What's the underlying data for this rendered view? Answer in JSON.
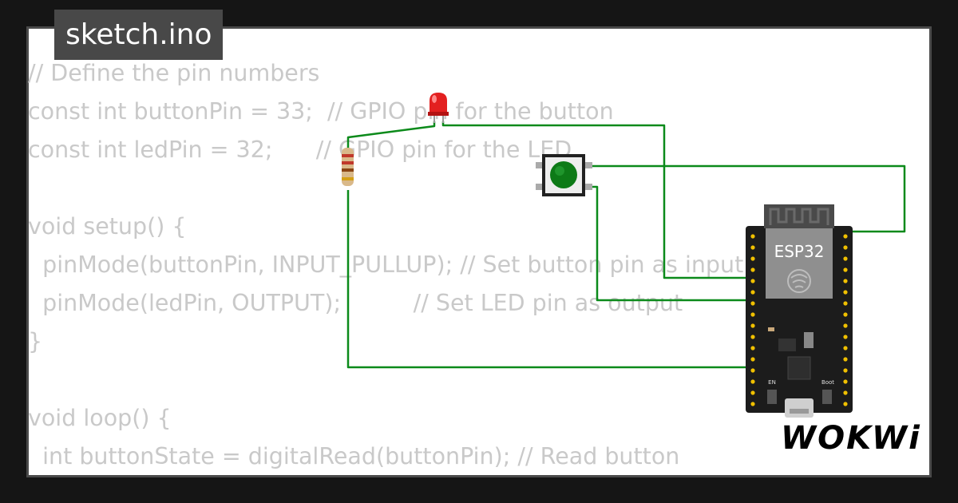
{
  "file_tab": {
    "title": "sketch.ino"
  },
  "code_lines": [
    "// Define the pin numbers",
    "const int buttonPin = 33;  // GPIO pin for the button",
    "const int ledPin = 32;      // GPIO pin for the LED",
    "",
    "void setup() {",
    "  pinMode(buttonPin, INPUT_PULLUP); // Set button pin as input with i",
    "  pinMode(ledPin, OUTPUT);          // Set LED pin as output",
    "}",
    "",
    "void loop() {",
    "  int buttonState = digitalRead(buttonPin); // Read button"
  ],
  "board": {
    "label": "ESP32",
    "boot_label": "Boot",
    "en_label": "EN"
  },
  "brand": {
    "logo_text": "WOKWi"
  },
  "colors": {
    "wire": "#0b8a1a",
    "led": "#e32020",
    "button_cap": "#0d7a17",
    "board": "#1c1c1c",
    "pin": "#f0c000",
    "code_text": "#c9c9c9"
  },
  "icons": [
    "led-icon",
    "resistor-icon",
    "pushbutton-icon",
    "esp32-board-icon",
    "wifi-logo-icon"
  ]
}
